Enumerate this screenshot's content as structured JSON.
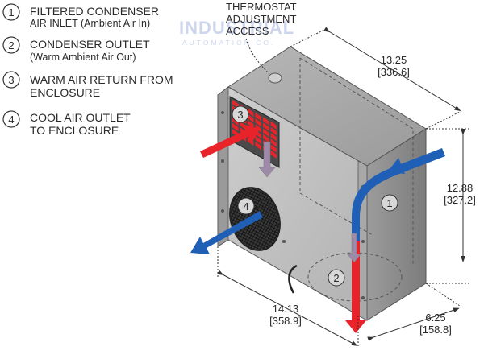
{
  "watermark": {
    "brand": "INDUSTRIAL",
    "tagline": "AUTOMATION CO.",
    "color": "#b9c6e6"
  },
  "legend": [
    {
      "number": "1",
      "line1": "FILTERED CONDENSER",
      "line2": "AIR INLET (Ambient Air In)"
    },
    {
      "number": "2",
      "line1": "CONDENSER OUTLET",
      "line2": "(Warm Ambient Air Out)"
    },
    {
      "number": "3",
      "line1": "WARM AIR RETURN FROM",
      "line2": "ENCLOSURE"
    },
    {
      "number": "4",
      "line1": "COOL AIR OUTLET",
      "line2": "TO ENCLOSURE"
    }
  ],
  "callout": {
    "line1": "THERMOSTAT",
    "line2": "ADJUSTMENT",
    "line3": "ACCESS"
  },
  "dimensions": {
    "depth": {
      "in": "13.25",
      "mm": "[336.6]"
    },
    "height": {
      "in": "12.88",
      "mm": "[327.2]"
    },
    "width": {
      "in": "14.13",
      "mm": "[358.9]"
    },
    "flange": {
      "in": "6.25",
      "mm": "[158.8]"
    }
  },
  "colors": {
    "warm_air": "#e8232a",
    "cool_air": "#1f5fb5",
    "unit_front": "#bcbcbc",
    "unit_side": "#8a8a8a",
    "unit_top": "#a4a4a4"
  }
}
